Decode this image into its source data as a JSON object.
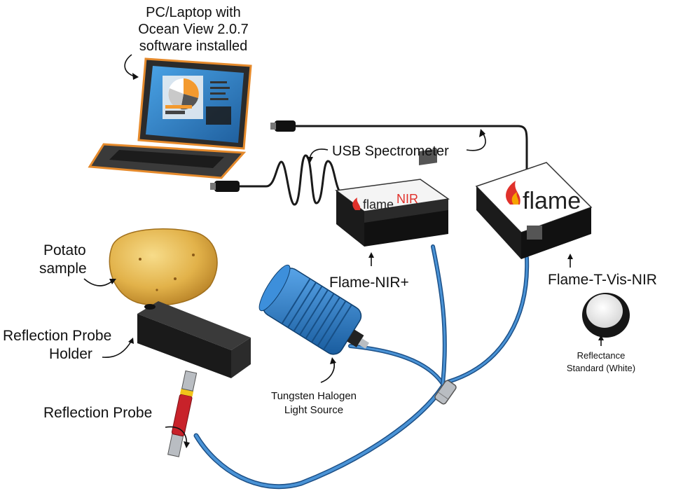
{
  "labels": {
    "laptop": [
      "PC/Laptop with",
      "Ocean View 2.0.7",
      "software installed"
    ],
    "usb": "USB Spectrometer",
    "flame_nir": "Flame-NIR+",
    "flame_t": "Flame-T-Vis-NIR",
    "potato": [
      "Potato",
      "sample"
    ],
    "holder": [
      "Reflection Probe",
      "Holder"
    ],
    "probe": "Reflection Probe",
    "light": [
      "Tungsten Halogen",
      "Light Source"
    ],
    "standard": [
      "Reflectance",
      "Standard (White)"
    ]
  },
  "logos": {
    "nir_prefix": "flame",
    "nir_suffix": "NIR",
    "flame": "flame"
  },
  "colors": {
    "fiber": "#2f7fc8",
    "fiber_dark": "#1c4f86",
    "spectrometer_body": "#ffffff",
    "spectrometer_side": "#1b1b1b",
    "laptop_accent": "#e58a2c",
    "screen": "#2b7fc5",
    "potato": "#e3b54a",
    "light_source": "#2a79c9",
    "nir_red": "#e0312b",
    "probe_red": "#c8222a"
  }
}
